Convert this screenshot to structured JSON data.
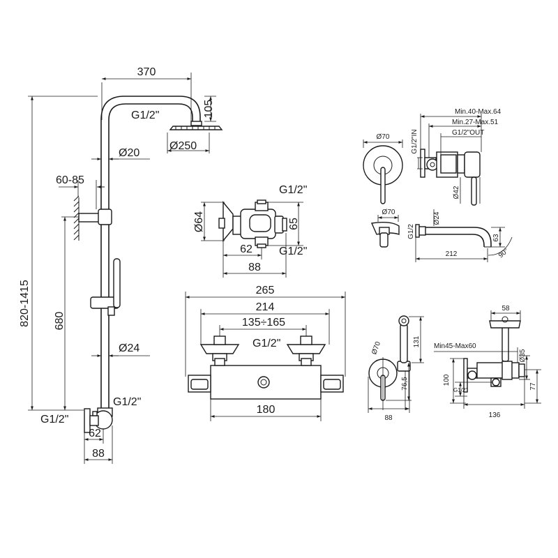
{
  "column": {
    "total_height": "820-1415",
    "arm_length": "370",
    "arm_drop": "105",
    "head_connection": "G1/2\"",
    "head_diameter": "Ø250",
    "pipe_diameter": "Ø20",
    "wall_distance": "60-85",
    "bar_height": "680",
    "bar_diameter": "Ø24",
    "outlet_connection": "G1/2\"",
    "inlet_connection": "G1/2\"",
    "base_depth_inner": "62",
    "base_depth_outer": "88"
  },
  "mixer_side": {
    "top_connection": "G1/2\"",
    "bottom_connection": "G1/2\"",
    "diameter": "Ø64",
    "height": "65",
    "depth_inner": "62",
    "depth_outer": "88"
  },
  "thermostatic": {
    "overall_width": "265",
    "centers_width": "214",
    "center_range": "135÷165",
    "connection": "G1/2\"",
    "body_width": "180"
  },
  "concealed_mixer": {
    "plate_diameter": "Ø70",
    "inlet": "G1/2\"IN",
    "outlet": "G1/2\"OUT",
    "depth_max": "Min.40-Max.64",
    "depth_mid": "Min.27-Max.51",
    "handle_diameter": "Ø42"
  },
  "spout": {
    "plate_diameter": "Ø70",
    "connection": "G1/2",
    "spout_diameter": "Ø24",
    "length": "212",
    "drop": "63",
    "angle": "90°"
  },
  "bidet_front": {
    "plate_diameter": "Ø70",
    "height_top": "131",
    "height_bottom": "76,5",
    "width": "88"
  },
  "bidet_side": {
    "top_width": "58",
    "depth_range": "Min45-Max60",
    "valve_diameter": "Ø35",
    "height_left": "100",
    "height_right": "77",
    "connection": "G1/2\"",
    "width": "136"
  }
}
